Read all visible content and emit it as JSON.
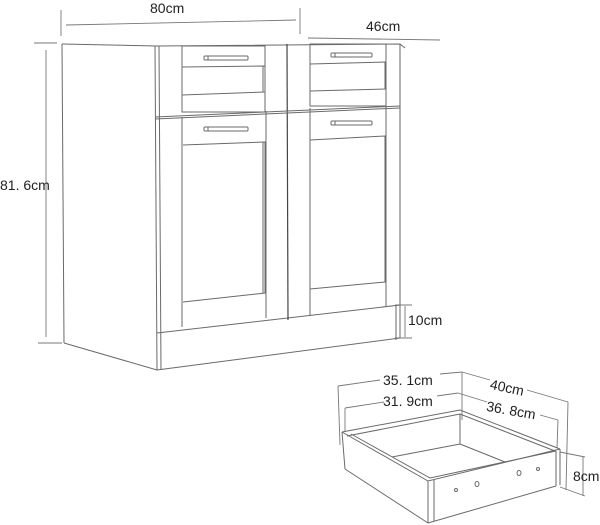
{
  "cabinet": {
    "width_label": "80cm",
    "depth_label": "46cm",
    "height_label": "81. 6cm",
    "plinth_label": "10cm",
    "drawers": 2,
    "doors": 2
  },
  "drawer_detail": {
    "outer_width_label": "35. 1cm",
    "inner_width_label": "31. 9cm",
    "outer_depth_label": "40cm",
    "inner_depth_label": "36. 8cm",
    "height_label": "8cm"
  },
  "colors": {
    "line": "#6a6a6a",
    "text": "#222222",
    "background": "#ffffff"
  }
}
